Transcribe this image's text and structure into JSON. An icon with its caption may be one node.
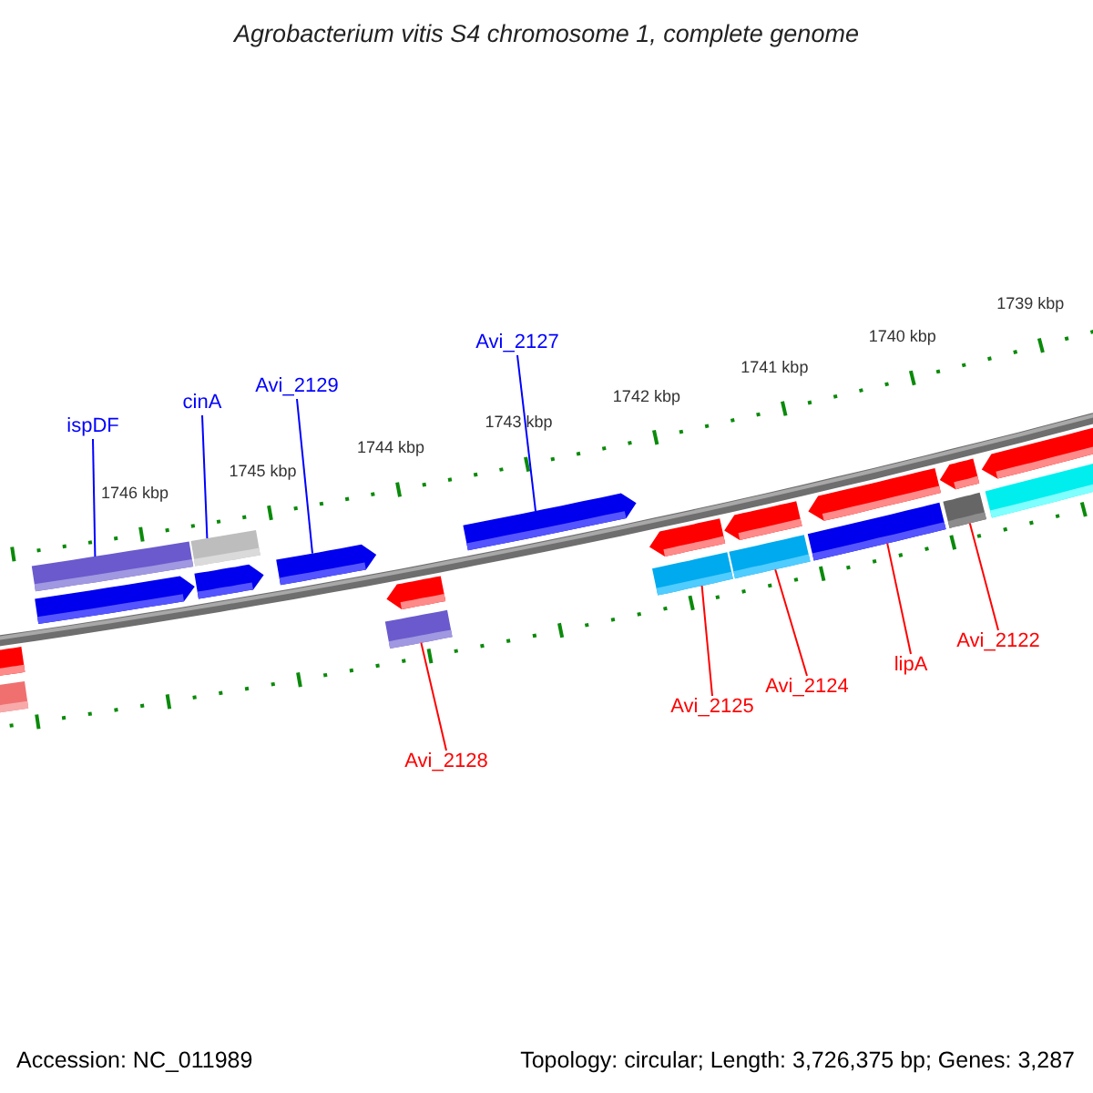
{
  "diagram": {
    "title": "Agrobacterium vitis S4 chromosome 1, complete genome",
    "nodes": [
      {
        "text": [
          "ispDF"
        ]
      },
      {
        "text": [
          "cinA"
        ]
      },
      {
        "text": [
          "Avi_2129"
        ]
      },
      {
        "text": [
          "Avi_2127"
        ]
      },
      {
        "text": [
          "Avi_2128"
        ]
      },
      {
        "text": [
          "Avi_2125"
        ]
      },
      {
        "text": [
          "Avi_2124"
        ]
      },
      {
        "text": [
          "lipA"
        ]
      },
      {
        "text": [
          "Avi_2122"
        ]
      },
      {
        "text": [],
        "shape": "bar"
      },
      {
        "text": [],
        "shape": "bar"
      },
      {
        "text": [],
        "shape": "pentagon"
      },
      {
        "text": [],
        "shape": "pentagon"
      },
      {
        "text": [],
        "shape": "bar"
      },
      {
        "text": [],
        "shape": "bar"
      },
      {
        "text": [],
        "shape": "bar"
      },
      {
        "text": [],
        "shape": "bar"
      },
      {
        "text": [],
        "shape": "bar"
      }
    ],
    "edges": [
      {
        "from": 0,
        "to": 9,
        "arrow": "none",
        "color": "#0000ff"
      },
      {
        "from": 1,
        "to": 10,
        "arrow": "none",
        "color": "#0000ff"
      },
      {
        "from": 2,
        "to": 11,
        "arrow": "none",
        "color": "#0000ff"
      },
      {
        "from": 3,
        "to": 12,
        "arrow": "none",
        "color": "#0000ff"
      },
      {
        "from": 4,
        "to": 13,
        "arrow": "none",
        "color": "#ff0000"
      },
      {
        "from": 5,
        "to": 14,
        "arrow": "none",
        "color": "#ff0000"
      },
      {
        "from": 6,
        "to": 15,
        "arrow": "none",
        "color": "#ff0000"
      },
      {
        "from": 7,
        "to": 16,
        "arrow": "none",
        "color": "#ff0000"
      },
      {
        "from": 8,
        "to": 17,
        "arrow": "none",
        "color": "#ff0000"
      }
    ],
    "labels": [
      "1746 kbp",
      "1745 kbp",
      "1744 kbp",
      "1743 kbp",
      "1742 kbp",
      "1741 kbp",
      "1740 kbp",
      "1739 kbp",
      "Accession: NC_011989",
      "Topology: circular; Length: 3,726,375 bp; Genes: 3,287"
    ]
  }
}
